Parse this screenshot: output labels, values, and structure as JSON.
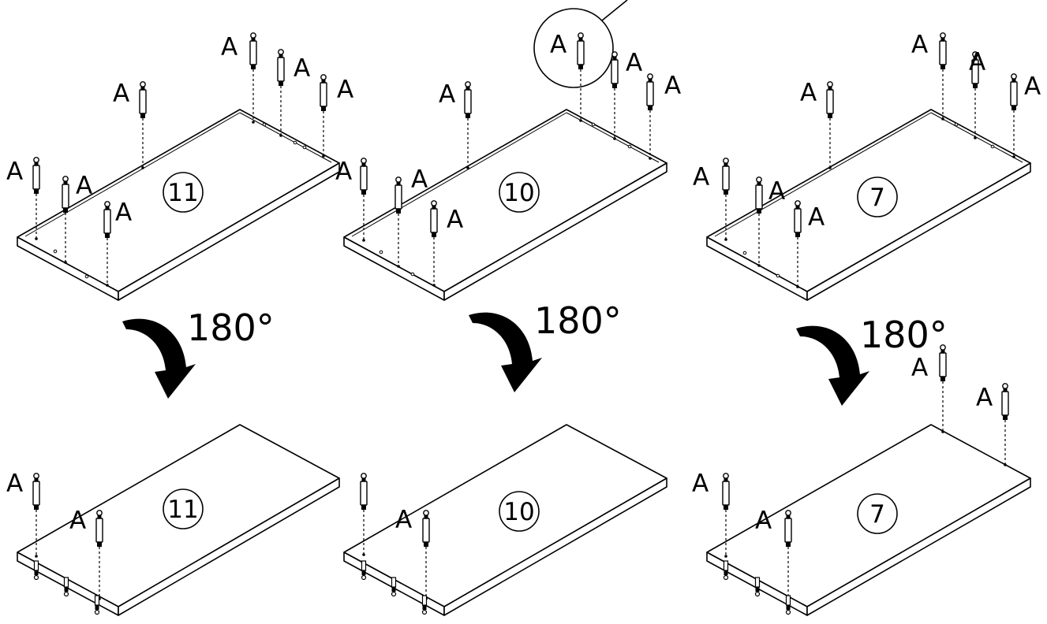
{
  "part_label": "A",
  "rotation_label": "180°",
  "panels": [
    {
      "number": "11"
    },
    {
      "number": "10"
    },
    {
      "number": "7"
    }
  ],
  "callout": {
    "label": "A"
  },
  "colors": {
    "ink": "#000000",
    "paper": "#ffffff"
  },
  "icons": [
    "dowel-icon",
    "rotate-arrow-icon",
    "detail-magnifier-icon"
  ]
}
